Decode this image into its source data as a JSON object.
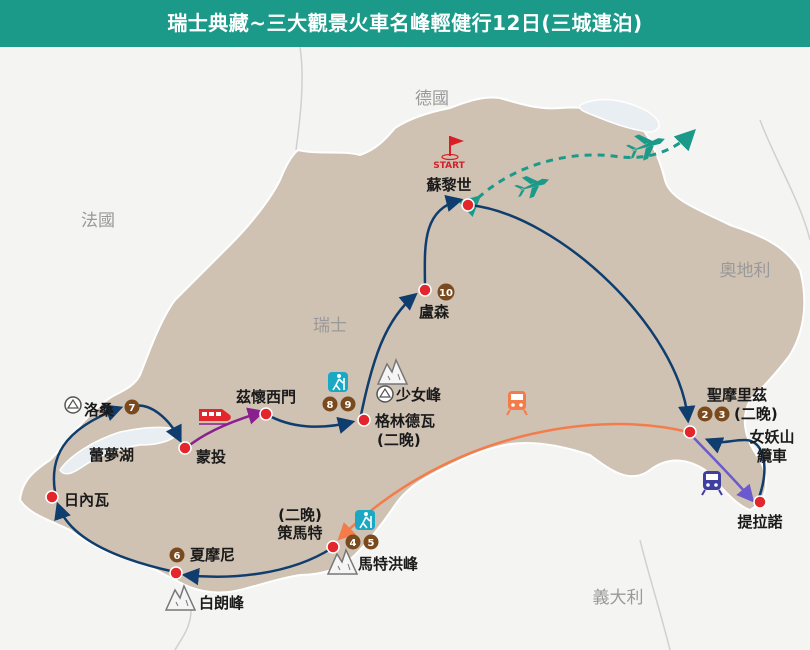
{
  "title": "瑞士典藏~三大觀景火車名峰輕健行12日(三城連泊)",
  "countries": {
    "germany": "德國",
    "france": "法國",
    "austria": "奧地利",
    "switzerland": "瑞士",
    "italy": "義大利"
  },
  "start_label": "START",
  "cities": {
    "zurich": "蘇黎世",
    "lucerne": "盧森",
    "grindelwald": "格林德瓦",
    "grindelwald_note": "(二晚)",
    "jungfrau": "少女峰",
    "interlaken": "茲懷西門",
    "montreux": "蒙投",
    "lausanne": "洛桑",
    "lake_geneva": "蕾夢湖",
    "geneva": "日內瓦",
    "chamonix": "夏摩尼",
    "mont_blanc": "白朗峰",
    "zermatt_note": "(二晚)",
    "zermatt": "策馬特",
    "matterhorn": "馬特洪峰",
    "st_moritz": "聖摩里茲",
    "st_moritz_note": "(二晚)",
    "bernina": "女妖山",
    "bernina_2": "纜車",
    "tirano": "提拉諾"
  },
  "day_badges": {
    "lausanne": "7",
    "lucerne": "10",
    "grindelwald_a": "8",
    "grindelwald_b": "9",
    "zermatt_a": "4",
    "zermatt_b": "5",
    "chamonix": "6",
    "st_moritz_a": "2",
    "st_moritz_b": "3"
  },
  "colors": {
    "header": "#1b9a8a",
    "route": "#0f3d6e",
    "land": "#cfc2b3",
    "marker": "#e3262b",
    "badge": "#7a4a1f",
    "hike_icon": "#1ba8c4",
    "rail": "#f47c4a",
    "train_route": "#8a1f8f",
    "bernina_route": "#6a5acd",
    "flight": "#1b9a8a"
  }
}
